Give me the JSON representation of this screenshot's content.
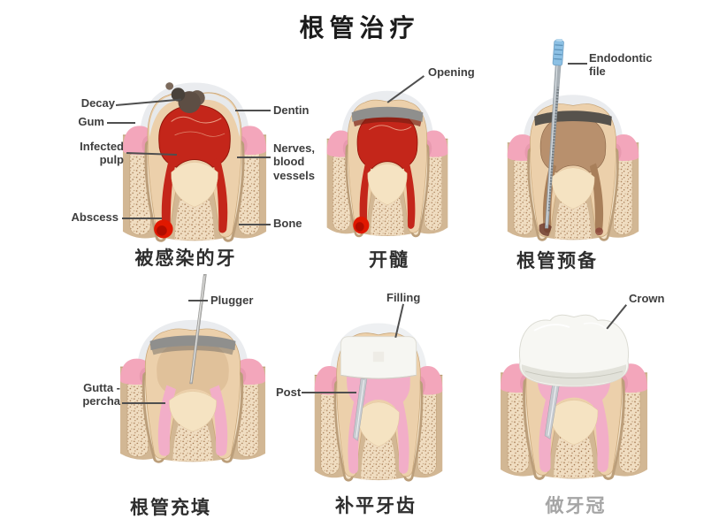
{
  "title": "根管治疗",
  "colors": {
    "gum_pink": "#f3a6bb",
    "bone_tan": "#d2b794",
    "bone_speckle_bg": "#f0ddc1",
    "dentin_beige": "#ecd0ab",
    "pulp_red": "#c4261a",
    "gutta_percha_pink": "#f2aec8",
    "enamel_gray": "#e7e9eb",
    "crown_white": "#f7f7f3",
    "file_handle_blue": "#8cc0e4",
    "label_text": "#3e3e3e",
    "caption_text": "#2e2e2e",
    "caption_faded": "#a5a5a5"
  },
  "panels": [
    {
      "caption": "被感染的牙",
      "labels": {
        "decay": "Decay",
        "gum": "Gum",
        "infected_pulp": "Infected pulp",
        "abscess": "Abscess",
        "dentin": "Dentin",
        "nerves": "Nerves, blood vessels",
        "bone": "Bone"
      }
    },
    {
      "caption": "开髓",
      "labels": {
        "opening": "Opening"
      }
    },
    {
      "caption": "根管预备",
      "labels": {
        "endodontic_file": "Endodontic file"
      }
    },
    {
      "caption": "根管充填",
      "labels": {
        "plugger": "Plugger",
        "gutta_percha": "Gutta - percha"
      }
    },
    {
      "caption": "补平牙齿",
      "labels": {
        "filling": "Filling",
        "post": "Post"
      }
    },
    {
      "caption": "做牙冠",
      "labels": {
        "crown": "Crown"
      }
    }
  ]
}
